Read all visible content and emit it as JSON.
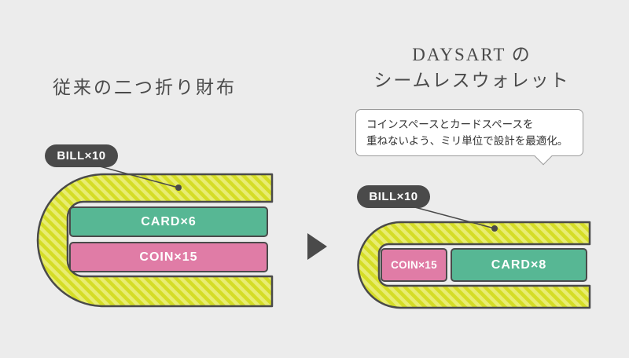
{
  "left_panel": {
    "title": "従来の二つ折り財布",
    "badge_label": "BILL×10",
    "bars": {
      "card": "CARD×6",
      "coin": "COIN×15"
    }
  },
  "arrow": {
    "direction": "right"
  },
  "right_panel": {
    "title_line1": "DAYSART の",
    "title_line2": "シームレスウォレット",
    "speech_bubble": {
      "line1": "コインスペースとカードスペースを",
      "line2": "重ねないよう、ミリ単位で設計を最適化。"
    },
    "badge_label": "BILL×10",
    "bars": {
      "coin": "COIN×15",
      "card": "CARD×8"
    }
  },
  "colors": {
    "background": "#ececec",
    "bill_stripe_base": "#d5dd26",
    "bill_stripe_light": "#e8ec72",
    "card_green": "#57b794",
    "coin_pink": "#e07ca6",
    "outline_dark": "#4a4a4a",
    "badge_background": "#4a4a4a",
    "bubble_border": "#9b9b9b",
    "title_text": "#4a4a4a"
  }
}
